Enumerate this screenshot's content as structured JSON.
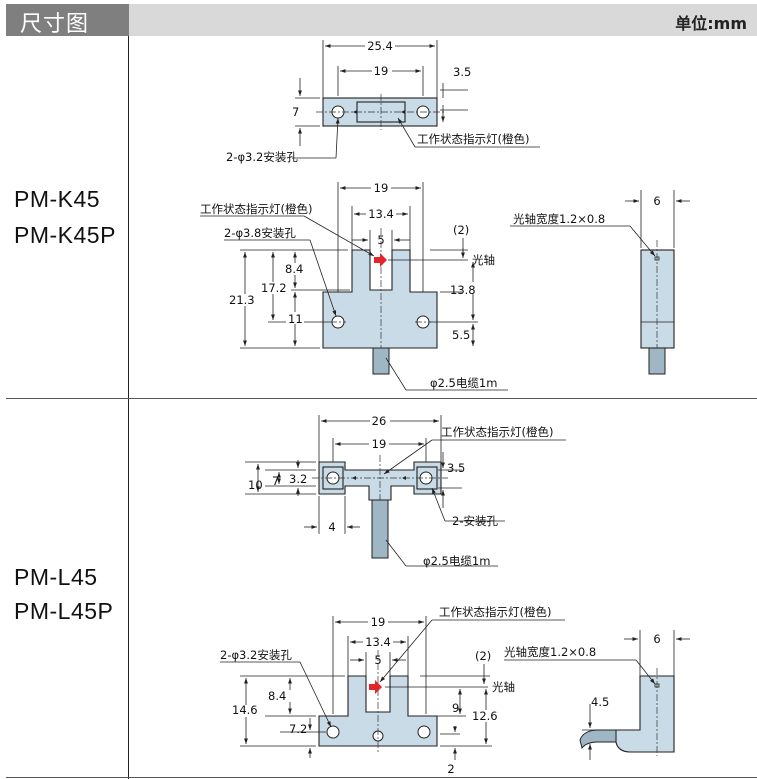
{
  "header": {
    "title": "尺寸图",
    "unit": "单位:mm"
  },
  "sections": [
    {
      "models": [
        "PM-K45",
        "PM-K45P"
      ]
    },
    {
      "models": [
        "PM-L45",
        "PM-L45P"
      ]
    }
  ],
  "labels": {
    "indicator": "工作状态指示灯(橙色)",
    "hole_32": "2-φ3.2安装孔",
    "hole_38": "2-φ3.8安装孔",
    "hole_plain": "2-安装孔",
    "optical_axis": "光轴",
    "axis_width": "光轴宽度1.2×0.8",
    "cable": "φ2.5电缆1m",
    "paren2": "(2)"
  },
  "dims": {
    "d25_4": "25.4",
    "d19": "19",
    "d3_5": "3.5",
    "d7": "7",
    "d13_4": "13.4",
    "d5": "5",
    "d8_4": "8.4",
    "d17_2": "17.2",
    "d21_3": "21.3",
    "d11": "11",
    "d13_8": "13.8",
    "d5_5": "5.5",
    "d6": "6",
    "d26": "26",
    "d10": "10",
    "d3_2": "3.2",
    "d4": "4",
    "d14_6": "14.6",
    "d7_2": "7.2",
    "d9": "9",
    "d12_6": "12.6",
    "d4_5": "4.5",
    "d2": "2"
  },
  "colors": {
    "header_left": "#7f7f7f",
    "header_right": "#d9d9d9",
    "body": "#c9dbe6",
    "led": "#e0262b"
  }
}
